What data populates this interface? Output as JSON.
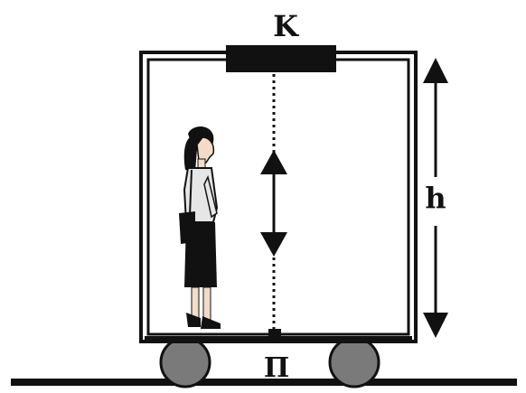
{
  "labels": {
    "top_device": "K",
    "bottom_point": "П",
    "height": "h"
  },
  "colors": {
    "ink": "#111111",
    "wheel": "#7a7a7a",
    "person_top": "#e6e6e6",
    "skin": "#f2dcc8"
  }
}
